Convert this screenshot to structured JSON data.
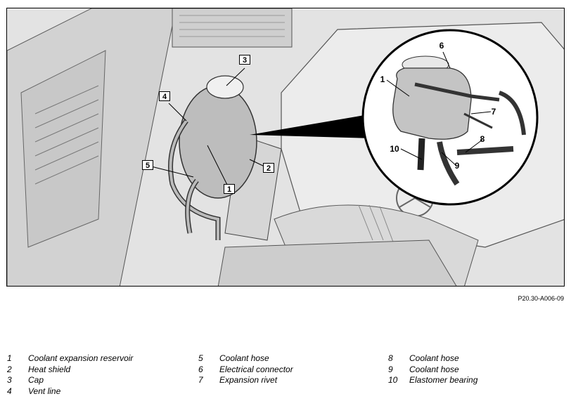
{
  "figure_code": "P20.30-A006-09",
  "callouts": {
    "main": [
      "3",
      "4",
      "5",
      "1",
      "2"
    ],
    "detail": [
      "6",
      "1",
      "7",
      "8",
      "10",
      "9"
    ]
  },
  "legend": [
    [
      {
        "num": "1",
        "text": "Coolant expansion reservoir"
      },
      {
        "num": "2",
        "text": "Heat shield"
      },
      {
        "num": "3",
        "text": "Cap"
      },
      {
        "num": "4",
        "text": "Vent line"
      }
    ],
    [
      {
        "num": "5",
        "text": "Coolant hose"
      },
      {
        "num": "6",
        "text": "Electrical connector"
      },
      {
        "num": "7",
        "text": "Expansion rivet"
      }
    ],
    [
      {
        "num": "8",
        "text": "Coolant hose"
      },
      {
        "num": "9",
        "text": "Coolant hose"
      },
      {
        "num": "10",
        "text": "Elastomer bearing"
      }
    ]
  ]
}
